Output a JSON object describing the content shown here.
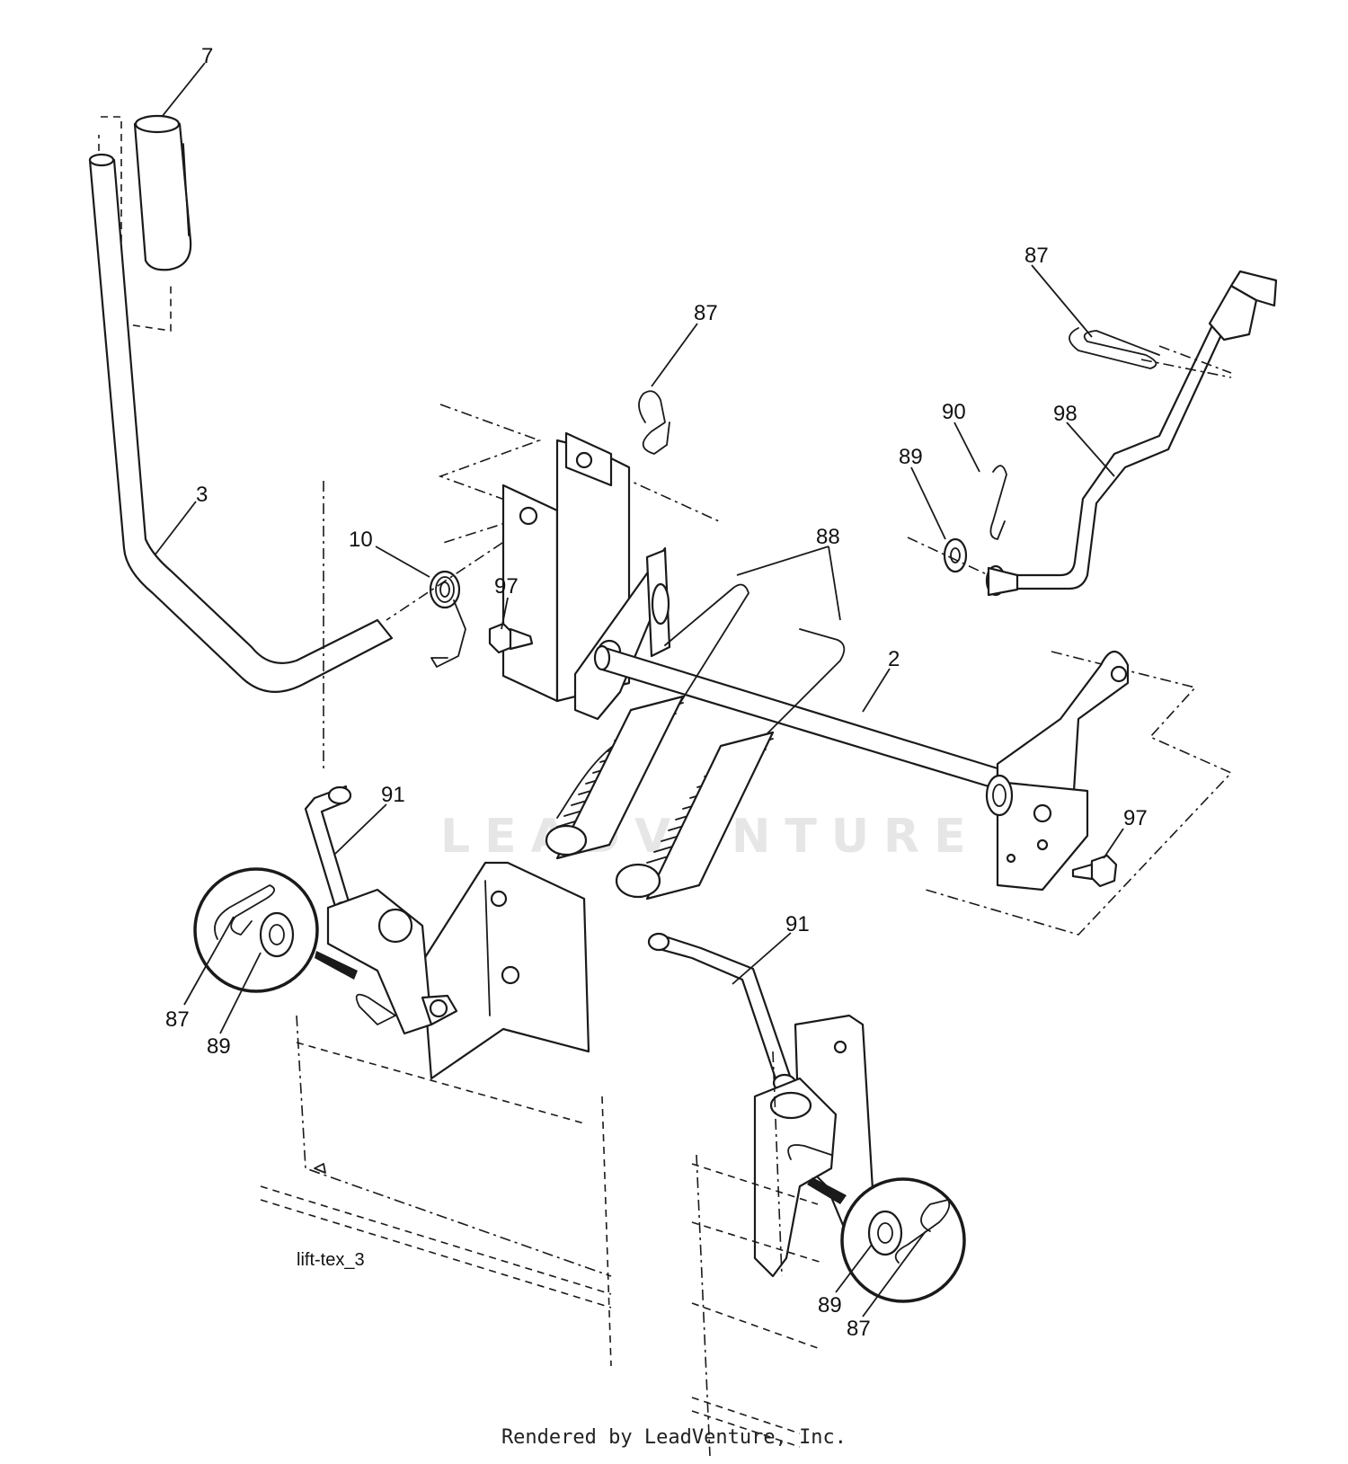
{
  "drawing_id": "lift-tex_3",
  "watermark": "LEADVENTURE",
  "footer": "Rendered by LeadVenture, Inc.",
  "callouts": {
    "c7": "7",
    "c3": "3",
    "c10": "10",
    "c97a": "97",
    "c87_top": "87",
    "c88": "88",
    "c87_right": "87",
    "c90": "90",
    "c89_right": "89",
    "c98": "98",
    "c2": "2",
    "c97b": "97",
    "c91a": "91",
    "c87_left": "87",
    "c89_left": "89",
    "c91b": "91",
    "c89_bottom": "89",
    "c87_bottom": "87"
  }
}
